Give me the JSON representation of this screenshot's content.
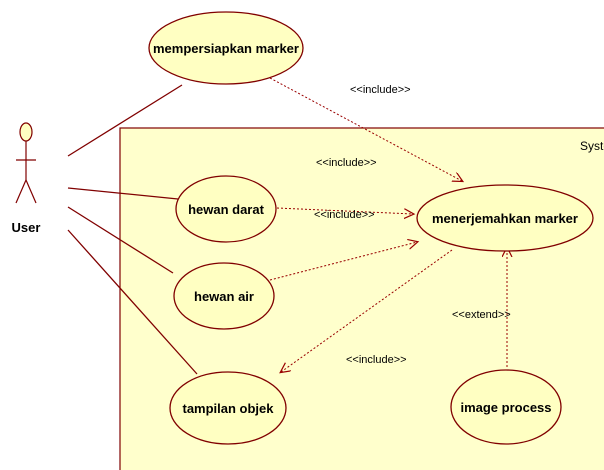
{
  "colors": {
    "use_case_fill": "#ffffc2",
    "system_fill": "#ffffcc",
    "line": "#800000",
    "dependency_line": "#990000"
  },
  "system": {
    "label": "Syste"
  },
  "actor": {
    "label": "User",
    "icon": "stick-figure-actor-icon"
  },
  "use_cases": {
    "mempersiapkan_marker": "mempersiapkan marker",
    "hewan_darat": "hewan darat",
    "hewan_air": "hewan air",
    "tampilan_objek": "tampilan objek",
    "menerjemahkan_marker": "menerjemahkan marker",
    "image_process": "image process"
  },
  "relationships": {
    "include_1": "<<include>>",
    "include_2": "<<include>>",
    "include_3": "<<include>>",
    "include_4": "<<include>>",
    "extend_1": "<<extend>>"
  }
}
